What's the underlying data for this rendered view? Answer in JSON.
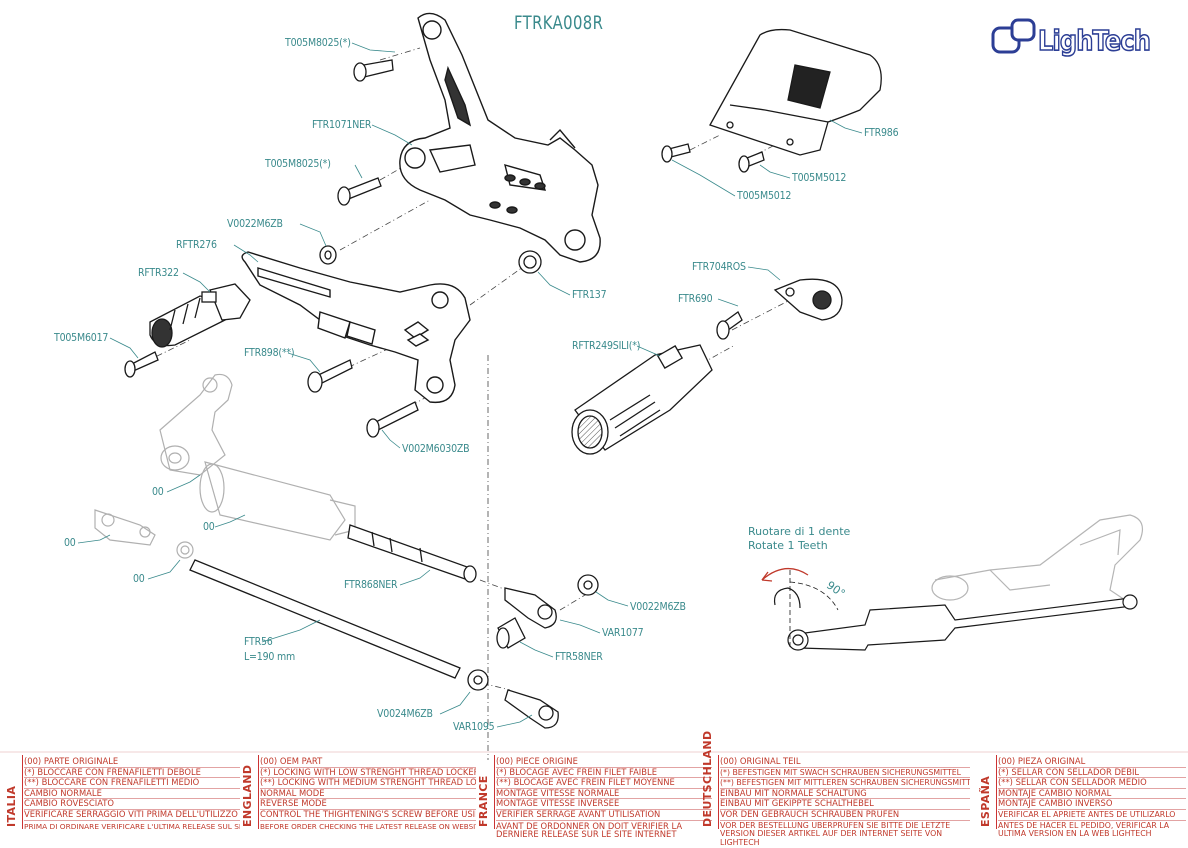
{
  "title": "FTRKA008R",
  "logo": {
    "text": "LighTech"
  },
  "callouts": {
    "c1": "T005M8025(*)",
    "c2": "FTR1071NER",
    "c3": "T005M8025(*)",
    "c4": "V0022M6ZB",
    "c5": "RFTR276",
    "c6": "RFTR322",
    "c7": "T005M6017",
    "c8": "FTR898(**)",
    "c9": "V002M6030ZB",
    "c10": "FTR137",
    "c11": "FTR986",
    "c12": "T005M5012",
    "c13": "T005M5012",
    "c14": "FTR704ROS",
    "c15": "FTR690",
    "c16": "RFTR249SILI(*)",
    "c17": "00",
    "c18": "00",
    "c19": "00",
    "c20": "00",
    "c21": "FTR868NER",
    "c22": "V0022M6ZB",
    "c23": "VAR1077",
    "c24": "FTR58NER",
    "c25": "FTR56",
    "c26": "L=190 mm",
    "c27": "V0024M6ZB",
    "c28": "VAR1095"
  },
  "rotate_note": {
    "line1": "Ruotare di 1 dente",
    "line2": "Rotate 1 Teeth",
    "angle": "90°"
  },
  "legend": [
    {
      "lang": "ITALIA",
      "rows": [
        "(00) PARTE ORIGINALE",
        "(*)   BLOCCARE CON FRENAFILETTI DEBOLE",
        "(**)  BLOCCARE CON FRENAFILETTI MEDIO",
        "CAMBIO NORMALE",
        "CAMBIO ROVESCIATO",
        "VERIFICARE SERRAGGIO VITI PRIMA DELL'UTILIZZO",
        "PRIMA DI ORDINARE VERIFICARE L'ULTIMA RELEASE SUL SITO"
      ]
    },
    {
      "lang": "ENGLAND",
      "rows": [
        "(00) OEM PART",
        "(*)   LOCKING WITH LOW STRENGHT THREAD LOCKER",
        "(**)  LOCKING WITH MEDIUM STRENGHT THREAD LOCKER",
        "NORMAL MODE",
        "REVERSE MODE",
        "CONTROL THE THIGHTENING'S SCREW BEFORE USING",
        "BEFORE ORDER CHECKING THE LATEST RELEASE ON WEBSITE"
      ]
    },
    {
      "lang": "FRANCE",
      "rows": [
        "(00) PIECE ORIGINE",
        "(*)   BLOCAGE AVEC FREIN FILET FAIBLE",
        "(**)  BLOCAGE AVEC FREIN FILET MOYENNE",
        "MONTAGE VITESSE NORMALE",
        "MONTAGE VITESSE INVERSEE",
        "VERIFIER SERRAGE AVANT UTILISATION",
        "AVANT DE ORDONNER ON DOIT VÉRIFIER LA DERNIERE RELEASE SUR LE SITE INTERNET"
      ]
    },
    {
      "lang": "DEUTSCHLAND",
      "rows": [
        "(00) ORIGINAL TEIL",
        "(*)   BEFESTIGEN MIT SWACH SCHRAUBEN SICHERUNGSMITTEL",
        "(**)  BEFESTIGEN MIT MITTLEREN SCHRAUBEN SICHERUNGSMITTEL",
        "EINBAU MIT NORMALE SCHALTUNG",
        "EINBAU MIT GEKIPPTE SCHALTHEBEL",
        "VOR DEN GEBRAUCH SCHRAUBEN PRÜFEN",
        "VOR DER BESTELLUNG ÜBERPRÜFEN SIE BITTE DIE LETZTE VERSION DIESER ARTIKEL AUF DER INTERNET SEITE VON LIGHTECH"
      ]
    },
    {
      "lang": "ESPAÑA",
      "rows": [
        "(00) PIEZA ORIGINAL",
        "(*)   SELLAR CON SELLADOR DEBIL",
        "(**)  SELLAR CON SELLADOR MEDIO",
        "MONTAJE CAMBIO NORMAL",
        "MONTAJE CAMBIO INVERSO",
        "VERIFICAR EL APRIETE ANTES DE UTILIZARLO",
        "ANTES DE HACER EL PEDIDO, VERIFICAR LA ULTIMA VERSION EN LA WEB LIGHTECH"
      ]
    }
  ],
  "colors": {
    "callout": "#3a8a8c",
    "legend": "#c0392b",
    "logo": "#2c3e95",
    "line": "#1a1a1a",
    "ghost": "#b8b8b8"
  }
}
